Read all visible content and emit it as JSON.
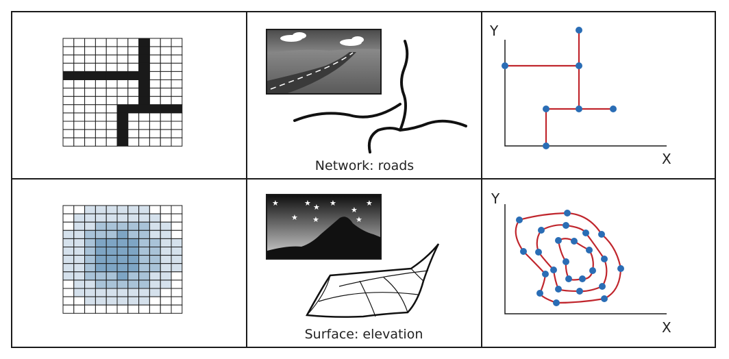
{
  "colors": {
    "frame": "#1a1a1a",
    "cell_fill": "#1a1a1a",
    "route": "#c0262d",
    "node": "#2a6db5",
    "shade_light": "#d5e1ec",
    "shade_mid": "#a9c3d8",
    "shade_dark": "#7ea5c4"
  },
  "captions": {
    "network": "Network: roads",
    "surface": "Surface: elevation"
  },
  "axes": {
    "top": {
      "y": "Y",
      "x": "X"
    },
    "bottom": {
      "y": "Y",
      "x": "X"
    }
  },
  "icons": {
    "road_photo": "road-landscape-photo",
    "night_photo": "night-mountain-photo",
    "road_line": "road-network-line",
    "surface_sheet": "elevation-surface-sheet"
  }
}
